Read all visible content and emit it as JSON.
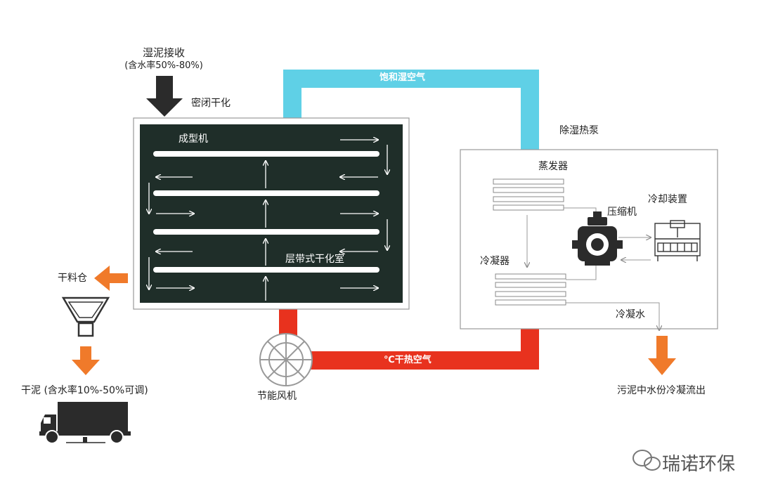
{
  "labels": {
    "wet_sludge": "湿泥接收",
    "wet_sludge_moisture": "(含水率50%-80%)",
    "sealed_drying": "密闭干化",
    "forming_machine": "成型机",
    "belt_dryer": "层带式干化室",
    "saturated_air": "饱和湿空气",
    "hot_dry_air": "℃干热空气",
    "heat_pump": "除湿热泵",
    "evaporator": "蒸发器",
    "compressor": "压缩机",
    "cooling_device": "冷却装置",
    "condenser": "冷凝器",
    "condensate": "冷凝水",
    "condensate_out": "污泥中水份冷凝流出",
    "dry_silo": "干料仓",
    "dry_sludge": "干泥 (含水率10%-50%可调)",
    "fan": "节能风机",
    "watermark": "瑞诺环保"
  },
  "colors": {
    "chamber": "#1f2e29",
    "cyan_duct": "#5fd0e6",
    "red_duct": "#e8321e",
    "orange_arrow": "#f07a2a",
    "dark_arrow": "#2b2b2b",
    "gray_line": "#999999"
  },
  "icons": [
    "down-arrow-icon",
    "fan-icon",
    "compressor-icon",
    "cooling-device-icon",
    "hopper-icon",
    "truck-icon",
    "wechat-icon"
  ]
}
